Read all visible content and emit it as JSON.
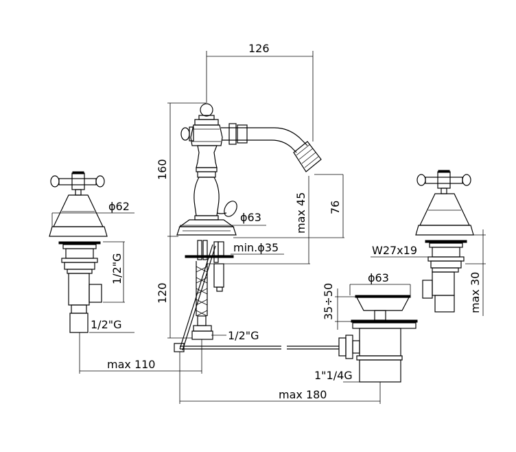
{
  "dimensions": {
    "spout_width": "126",
    "body_height": "160",
    "lower_height": "120",
    "max_45": "max 45",
    "height_76": "76",
    "left_handle_diameter": "ϕ62",
    "base_diameter": "ϕ63",
    "min_hole": "min.ϕ35",
    "left_thread_upper": "1/2\"G",
    "left_thread_lower": "1/2\"G",
    "hose_thread": "1/2\"G",
    "max_110": "max 110",
    "max_180": "max 180",
    "waste_diameter": "ϕ63",
    "waste_range": "35÷50",
    "waste_thread": "1\"1/4G",
    "right_thread": "W27x19",
    "max_30": "max 30"
  }
}
